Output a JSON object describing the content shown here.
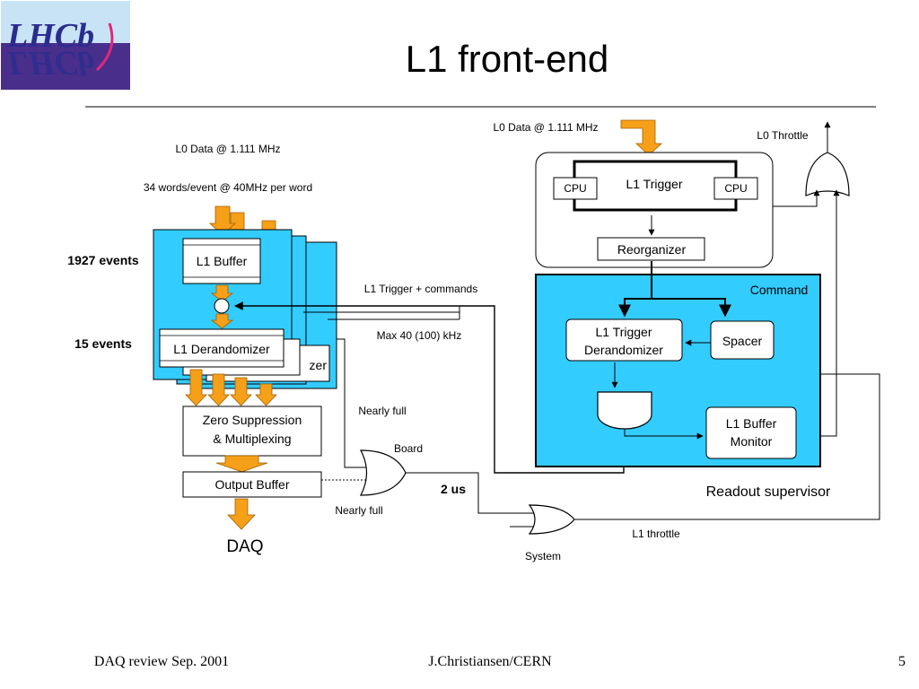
{
  "slide": {
    "title": "L1 front-end",
    "footer_left": "DAQ review Sep. 2001",
    "footer_center": "J.Christiansen/CERN",
    "page_number": "5",
    "logo_text_top": "LHCb",
    "logo_text_bottom": "LHCb"
  },
  "colors": {
    "board_fill": "#33ccff",
    "arrow_fill": "#f6a019",
    "logo_bg": "#4a2e8c",
    "logo_top_bg": "#c9e3f6",
    "logo_text": "#2b2d8e",
    "logo_arc": "#e0287a"
  },
  "front_end": {
    "l0_data_label": "L0 Data @ 1.111 MHz",
    "words_label": "34 words/event @ 40MHz per word",
    "l1_buffer_events": "1927 events",
    "derandomizer_events": "15 events",
    "l1_buffer": "L1 Buffer",
    "l1_derandomizer": "L1 Derandomizer",
    "derandomizer_back_text": "zer",
    "zero_suppression_line1": "Zero Suppression",
    "zero_suppression_line2": "& Multiplexing",
    "output_buffer": "Output Buffer",
    "daq": "DAQ",
    "trigger_commands_label": "L1 Trigger + commands",
    "max_rate_label": "Max 40 (100) kHz",
    "nearly_full_top": "Nearly full",
    "nearly_full_bottom": "Nearly full",
    "board_label": "Board",
    "latency_label": "2 us",
    "system_label": "System",
    "l1_throttle_label": "L1 throttle"
  },
  "readout_supervisor": {
    "l0_data_label": "L0 Data @ 1.111 MHz",
    "l0_throttle_label": "L0 Throttle",
    "l1_trigger": "L1 Trigger",
    "cpu_left": "CPU",
    "cpu_right": "CPU",
    "reorganizer": "Reorganizer",
    "command_label": "Command",
    "l1_trigger_derandomizer_line1": "L1 Trigger",
    "l1_trigger_derandomizer_line2": "Derandomizer",
    "spacer": "Spacer",
    "l1_buffer_monitor_line1": "L1 Buffer",
    "l1_buffer_monitor_line2": "Monitor",
    "title": "Readout supervisor"
  }
}
